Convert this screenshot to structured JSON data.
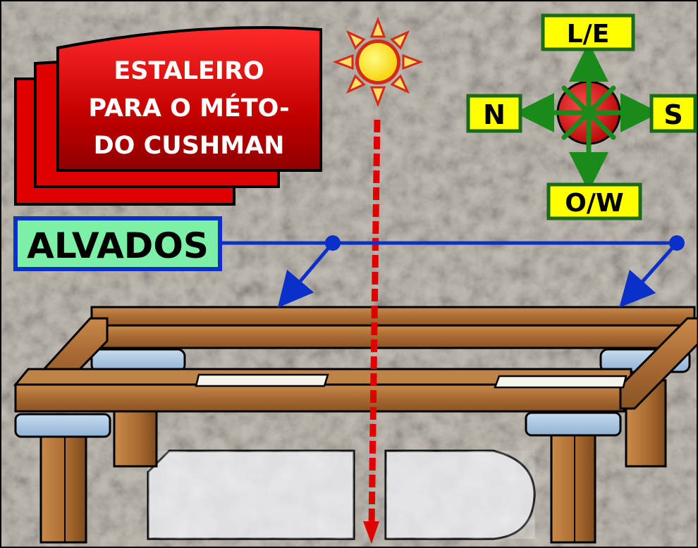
{
  "title": {
    "line1": "ESTALEIRO",
    "line2": "PARA O MÉTO-",
    "line3": "DO CUSHMAN"
  },
  "alvados_label": "ALVADOS",
  "compass": {
    "north": "N",
    "south": "S",
    "east": "L/E",
    "west": "O/W"
  },
  "colors": {
    "stone_background": "#c8c4bc",
    "title_red": "#d40000",
    "label_green": "#7df0a8",
    "label_yellow": "#ffff00",
    "pointer_blue": "#0b2fc9",
    "sun_yellow": "#ffee00",
    "sun_red": "#d42a1a",
    "meridian_red": "#e00000",
    "arrow_green": "#1a8a1a",
    "wood": "#b0733a",
    "ice_blue": "#a9c6e0"
  }
}
